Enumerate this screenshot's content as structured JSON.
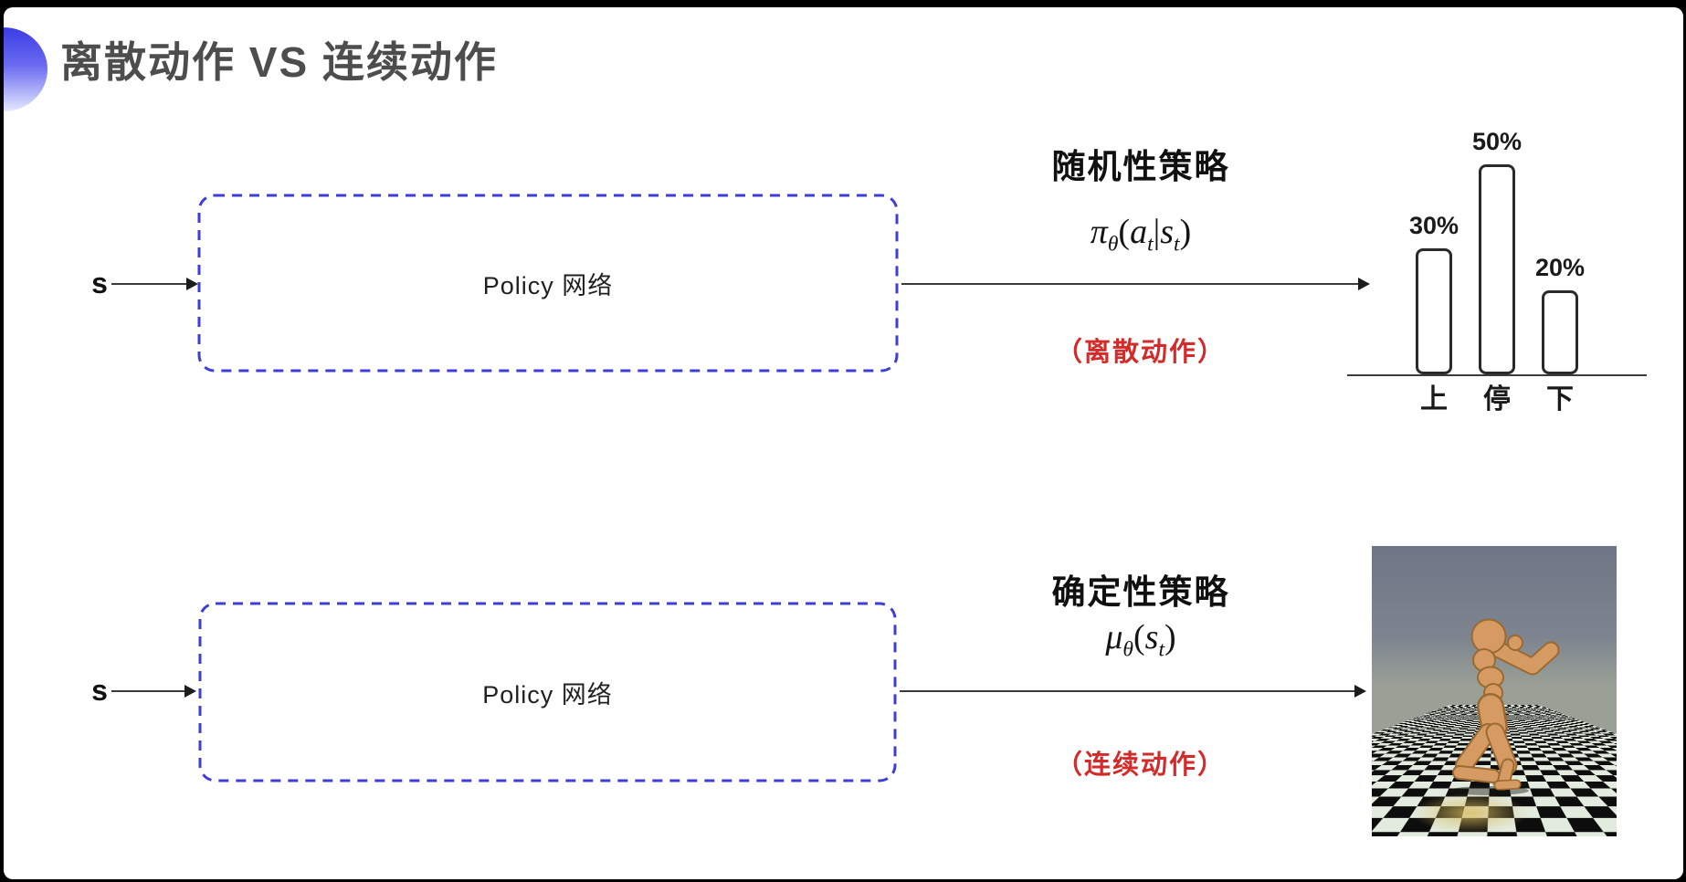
{
  "slide": {
    "title": "离散动作 VS 连续动作",
    "accent_color": "#3c3ce6",
    "box_border_color": "#3e3ed6",
    "action_note_color": "#d32a2a"
  },
  "top_flow": {
    "input_label": "s",
    "box_label": "Policy 网络",
    "policy_title": "随机性策略",
    "formula_text": "πθ(at|st)",
    "formula_segments": [
      {
        "text": "π",
        "italic": true
      },
      {
        "text": "θ",
        "sub": true
      },
      {
        "text": "("
      },
      {
        "text": "a",
        "italic": true
      },
      {
        "text": "t",
        "sub": true
      },
      {
        "text": "|"
      },
      {
        "text": "s",
        "italic": true
      },
      {
        "text": "t",
        "sub": true
      },
      {
        "text": ")"
      }
    ],
    "action_note": "（离散动作）"
  },
  "bottom_flow": {
    "input_label": "s",
    "box_label": "Policy 网络",
    "policy_title": "确定性策略",
    "formula_text": "μθ(st)",
    "formula_segments": [
      {
        "text": "μ",
        "italic": true
      },
      {
        "text": "θ",
        "sub": true
      },
      {
        "text": "("
      },
      {
        "text": "s",
        "italic": true
      },
      {
        "text": "t",
        "sub": true
      },
      {
        "text": ")"
      }
    ],
    "action_note": "（连续动作）"
  },
  "chart_data": {
    "type": "bar",
    "categories": [
      "上",
      "停",
      "下"
    ],
    "values": [
      30,
      50,
      20
    ],
    "value_labels": [
      "30%",
      "50%",
      "20%"
    ],
    "title": "",
    "xlabel": "",
    "ylabel": "",
    "ylim": [
      0,
      60
    ],
    "grid": false,
    "legend": false,
    "bar_fill": "#ffffff",
    "bar_border": "#2a2a2a"
  }
}
